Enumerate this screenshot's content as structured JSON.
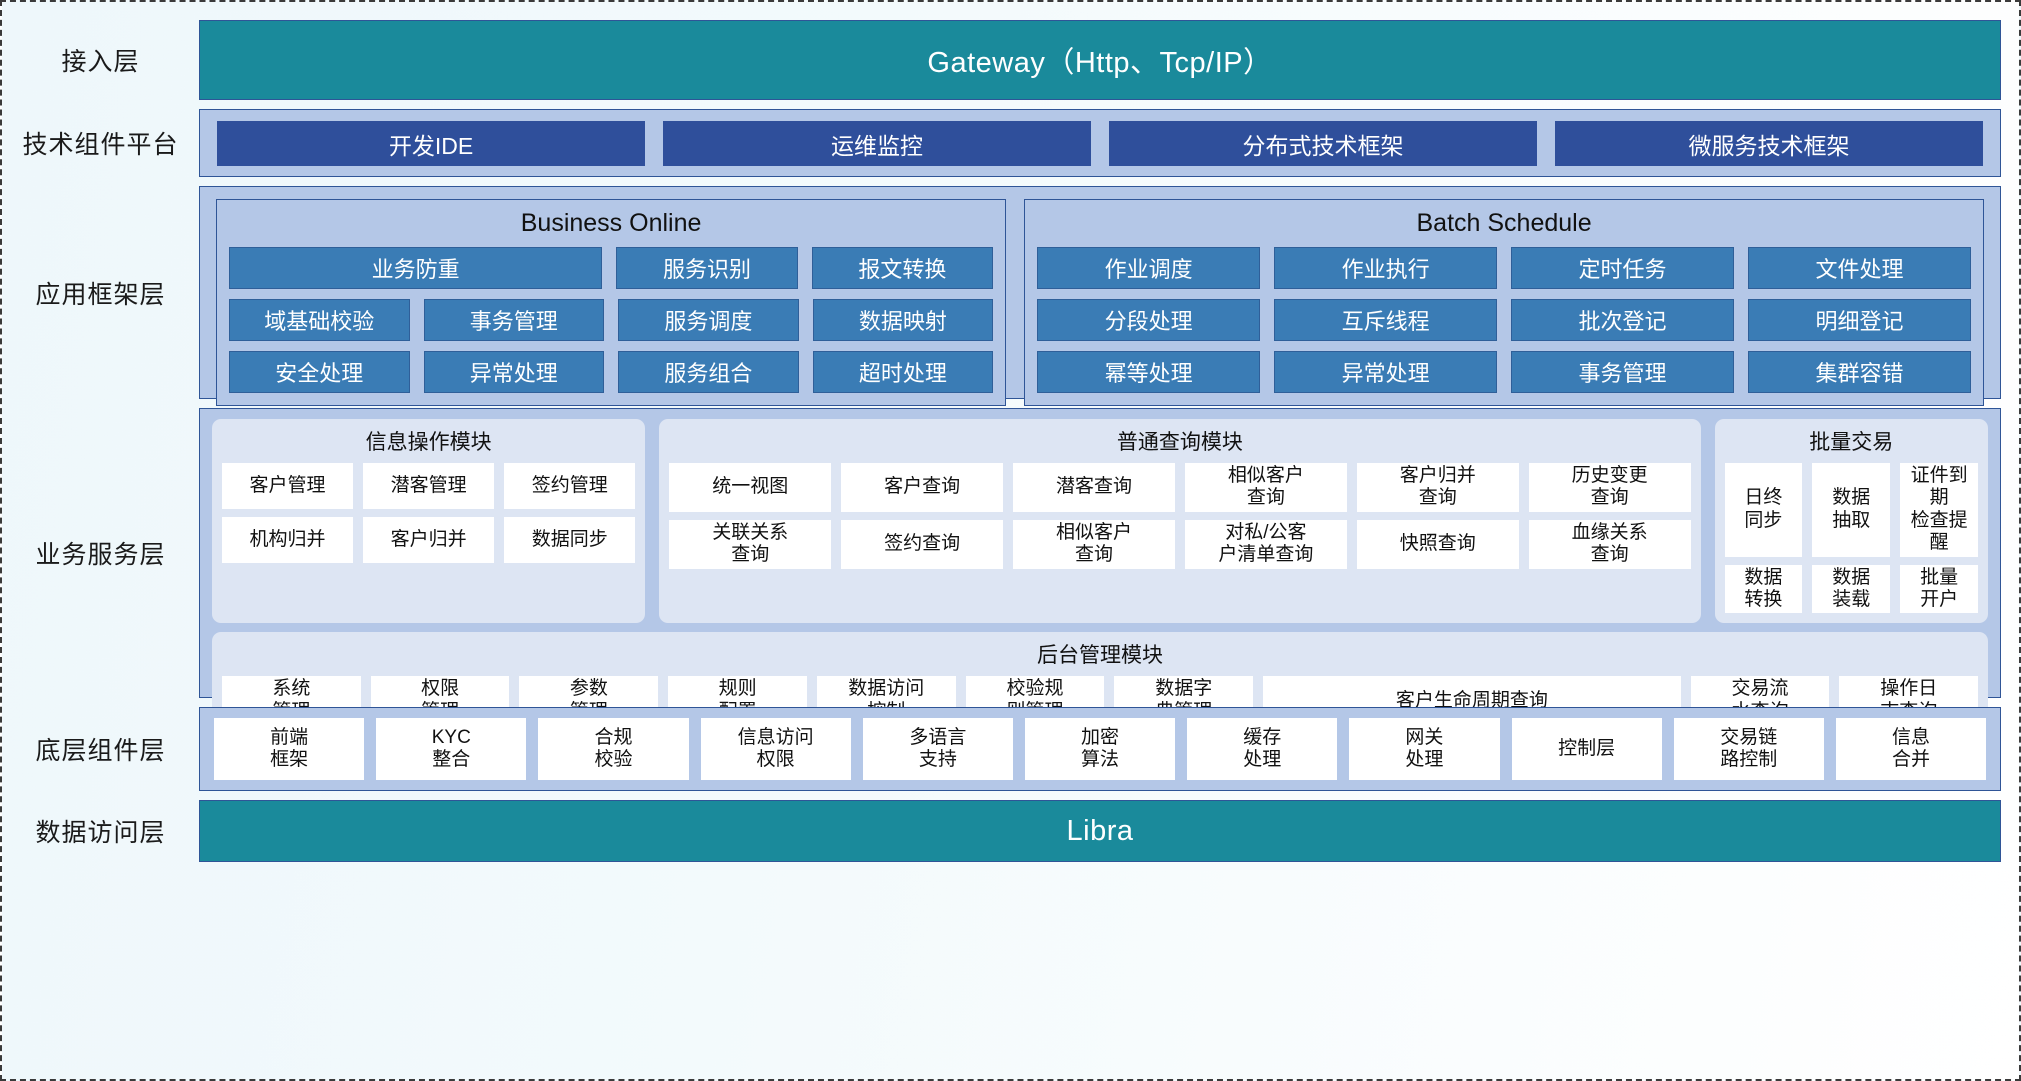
{
  "layers": {
    "access": {
      "label": "接入层",
      "bar": "Gateway（Http、Tcp/IP）"
    },
    "tech": {
      "label": "技术组件平台",
      "items": [
        "开发IDE",
        "运维监控",
        "分布式技术框架",
        "微服务技术框架"
      ]
    },
    "app": {
      "label": "应用框架层",
      "business_online": {
        "title": "Business Online",
        "rows": [
          [
            "业务防重",
            "服务识别",
            "报文转换"
          ],
          [
            "域基础校验",
            "事务管理",
            "服务调度",
            "数据映射"
          ],
          [
            "安全处理",
            "异常处理",
            "服务组合",
            "超时处理"
          ]
        ]
      },
      "batch_schedule": {
        "title": "Batch Schedule",
        "rows": [
          [
            "作业调度",
            "作业执行",
            "定时任务",
            "文件处理"
          ],
          [
            "分段处理",
            "互斥线程",
            "批次登记",
            "明细登记"
          ],
          [
            "幂等处理",
            "异常处理",
            "事务管理",
            "集群容错"
          ]
        ]
      }
    },
    "service": {
      "label": "业务服务层",
      "modules": [
        {
          "title": "信息操作模块",
          "rows": [
            [
              "客户管理",
              "潜客管理",
              "签约管理"
            ],
            [
              "机构归并",
              "客户归并",
              "数据同步"
            ]
          ]
        },
        {
          "title": "普通查询模块",
          "rows": [
            [
              "统一视图",
              "客户查询",
              "潜客查询",
              "相似客户\n查询",
              "客户归并\n查询",
              "历史变更\n查询"
            ],
            [
              "关联关系\n查询",
              "签约查询",
              "相似客户\n查询",
              "对私/公客\n户清单查询",
              "快照查询",
              "血缘关系\n查询"
            ]
          ]
        },
        {
          "title": "批量交易",
          "rows": [
            [
              "日终\n同步",
              "数据\n抽取",
              "证件到期\n检查提醒"
            ],
            [
              "数据\n转换",
              "数据\n装载",
              "批量\n开户"
            ]
          ]
        }
      ],
      "backoffice": {
        "title": "后台管理模块",
        "items": [
          "系统\n管理",
          "权限\n管理",
          "参数\n管理",
          "规则\n配置",
          "数据访问\n控制",
          "校验规\n则管理",
          "数据字\n典管理",
          "客户生命周期查询",
          "交易流\n水查询",
          "操作日\n志查询"
        ]
      }
    },
    "base": {
      "label": "底层组件层",
      "items": [
        "前端\n框架",
        "KYC\n整合",
        "合规\n校验",
        "信息访问\n权限",
        "多语言\n支持",
        "加密\n算法",
        "缓存\n处理",
        "网关\n处理",
        "控制层",
        "交易链\n路控制",
        "信息\n合并"
      ]
    },
    "data": {
      "label": "数据访问层",
      "bar": "Libra"
    }
  },
  "colors": {
    "teal": "#1a8a9b",
    "navy_chip": "#2f4f9b",
    "panel_blue": "#b4c7e7",
    "chip_blue": "#3a7cb5",
    "module_bg": "#dde5f3",
    "border": "#2f5597"
  }
}
